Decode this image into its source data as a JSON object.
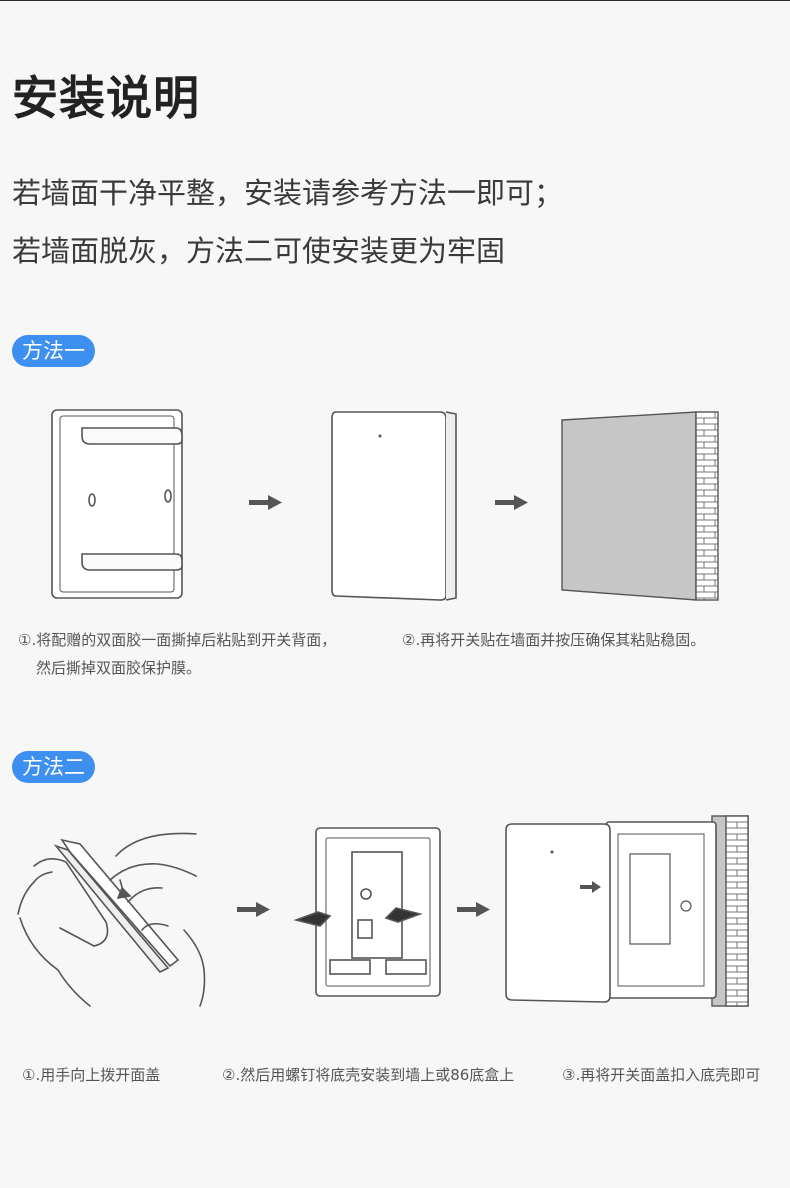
{
  "title": "安装说明",
  "intro": {
    "line1": "若墙面干净平整，安装请参考方法一即可；",
    "line2": "若墙面脱灰，方法二可使安装更为牢固"
  },
  "method1": {
    "label": "方法一",
    "captions": {
      "step1_line1": "①.将配赠的双面胶一面撕掉后粘贴到开关背面，",
      "step1_line2": "然后撕掉双面胶保护膜。",
      "step2": "②.再将开关贴在墙面并按压确保其粘贴稳固。"
    }
  },
  "method2": {
    "label": "方法二",
    "captions": {
      "step1": "①.用手向上拨开面盖",
      "step2": "②.然后用螺钉将底壳安装到墙上或86底盒上",
      "step3": "③.再将开关面盖扣入底壳即可"
    }
  },
  "colors": {
    "accent": "#3d8ff0",
    "line": "#555555",
    "wall": "#c6c6c6"
  }
}
